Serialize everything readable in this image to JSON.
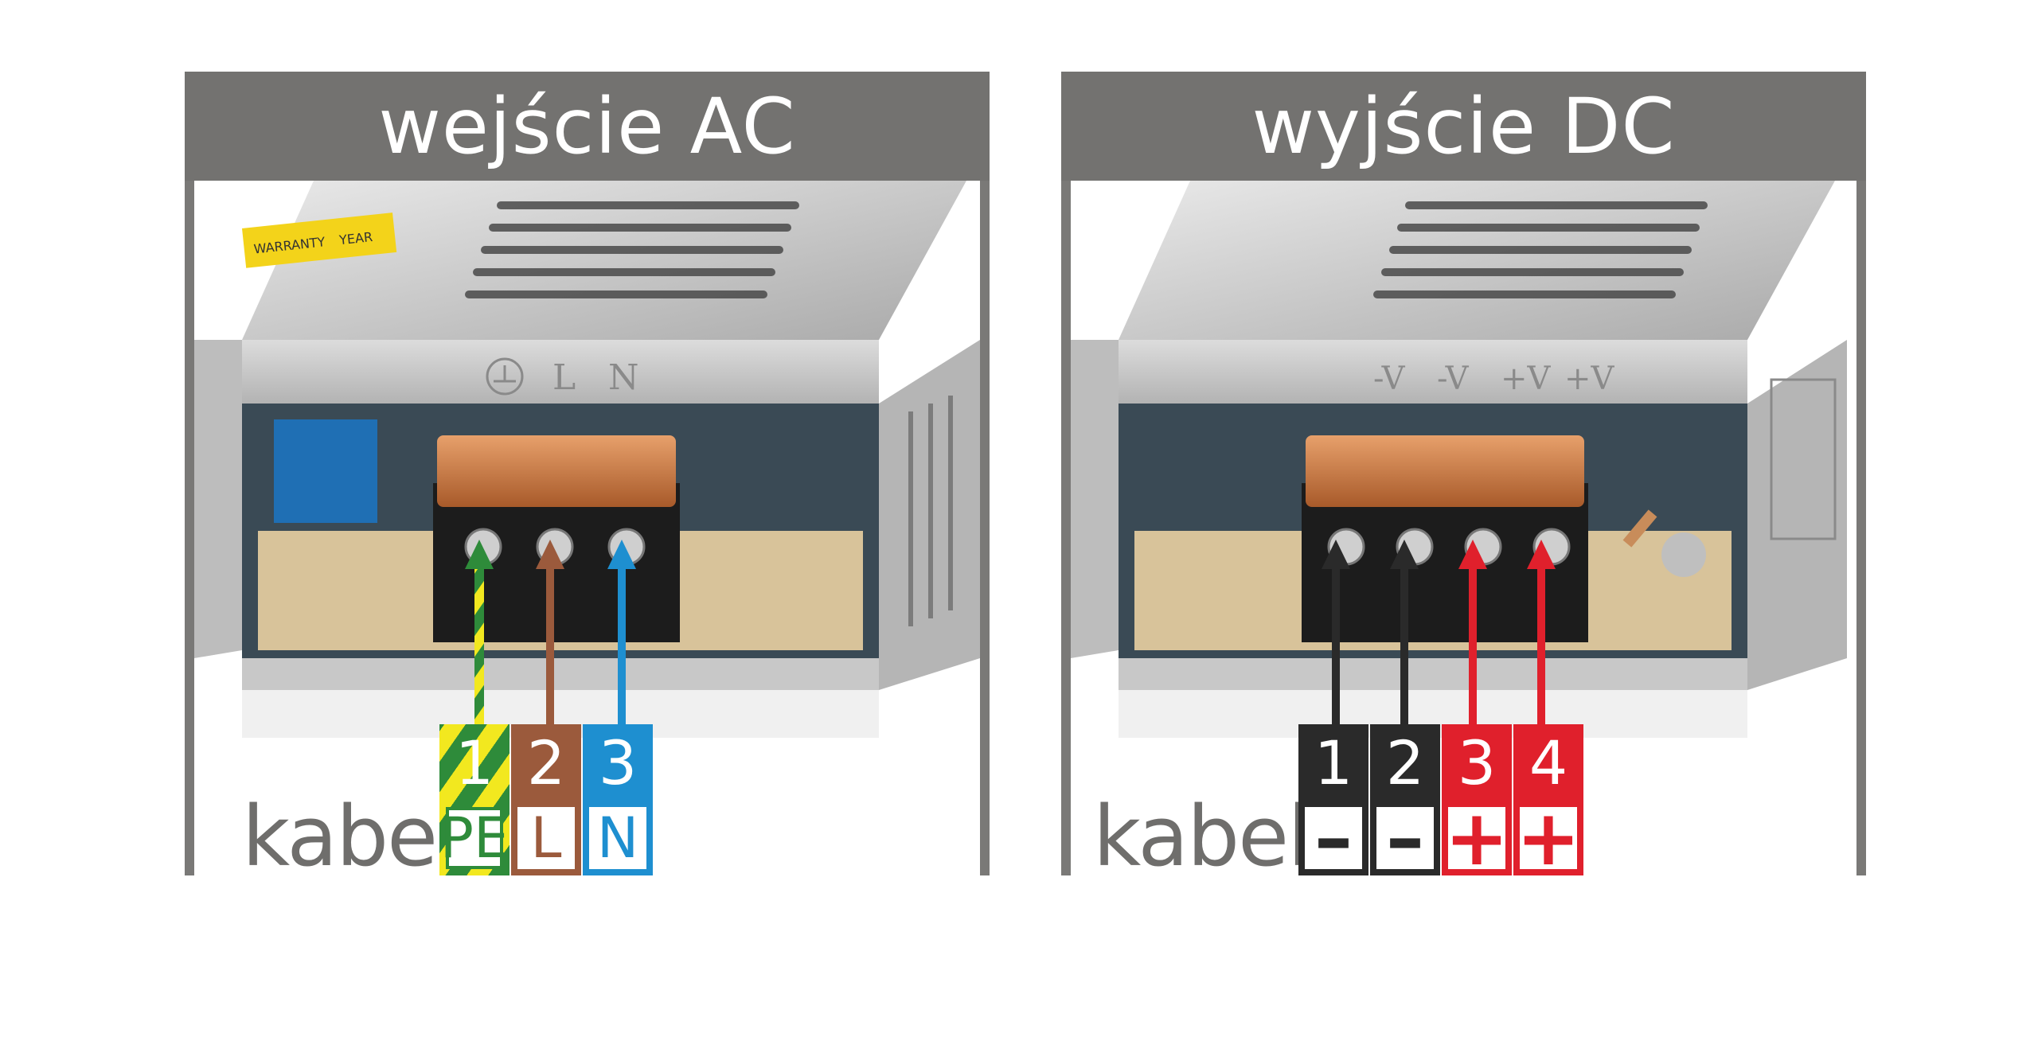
{
  "panels": {
    "left": {
      "title": "wejście AC",
      "cable_label": "kabel:",
      "terminals": [
        {
          "number": "1",
          "label": "PE",
          "color": "#2e8b3a",
          "stripe": "#f2e81f"
        },
        {
          "number": "2",
          "label": "L",
          "color": "#9b5a3c"
        },
        {
          "number": "3",
          "label": "N",
          "color": "#1e8fd0"
        }
      ],
      "terminal_marking": [
        "L",
        "N"
      ]
    },
    "right": {
      "title": "wyjście DC",
      "cable_label": "kabel:",
      "terminals": [
        {
          "number": "1",
          "label": "–",
          "color": "#2a2a2a"
        },
        {
          "number": "2",
          "label": "–",
          "color": "#2a2a2a"
        },
        {
          "number": "3",
          "label": "+",
          "color": "#e0202c"
        },
        {
          "number": "4",
          "label": "+",
          "color": "#e0202c"
        }
      ],
      "terminal_marking": [
        "-V",
        "-V",
        "+V",
        "+V"
      ]
    }
  },
  "label_sticker": {
    "text_lines": [
      "YEAR",
      "WARRANTY"
    ]
  },
  "colors": {
    "header_bg": "#737270",
    "frame": "#7a7977",
    "cable_text": "#6f6e6c"
  }
}
